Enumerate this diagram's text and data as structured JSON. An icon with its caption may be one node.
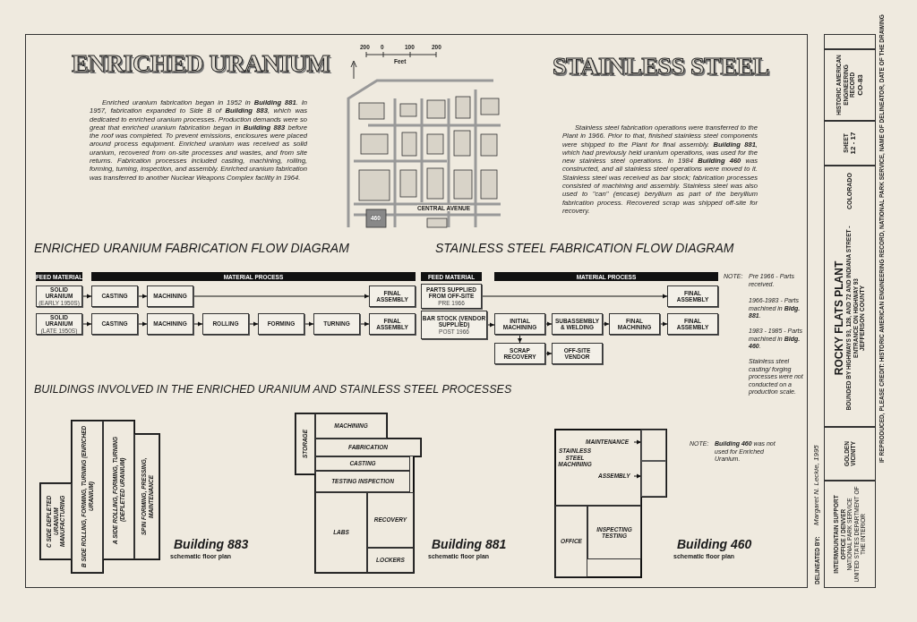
{
  "diagram": {
    "nodes": [
      {
        "text": [
          "FEED MATERIAL"
        ]
      },
      {
        "text": [
          "MATERIAL PROCESS"
        ]
      },
      {
        "text": [
          "SOLID URANIUM",
          "(EARLY 1950S)"
        ]
      },
      {
        "text": [
          "CASTING"
        ]
      },
      {
        "text": [
          "MACHINING"
        ]
      },
      {
        "text": [
          "FINAL ASSEMBLY"
        ]
      },
      {
        "text": [
          "SOLID URANIUM",
          "(LATE 1950S)"
        ]
      },
      {
        "text": [
          "CASTING"
        ]
      },
      {
        "text": [
          "MACHINING"
        ]
      },
      {
        "text": [
          "ROLLING"
        ]
      },
      {
        "text": [
          "FORMING"
        ]
      },
      {
        "text": [
          "TURNING"
        ]
      },
      {
        "text": [
          "FINAL ASSEMBLY"
        ]
      },
      {
        "text": [
          "FEED MATERIAL"
        ]
      },
      {
        "text": [
          "MATERIAL PROCESS"
        ]
      },
      {
        "text": [
          "PARTS SUPPLIED FROM OFF-SITE",
          "PRE 1966"
        ]
      },
      {
        "text": [
          "FINAL ASSEMBLY"
        ]
      },
      {
        "text": [
          "BAR STOCK (VENDOR SUPPLIED)",
          "POST 1966"
        ]
      },
      {
        "text": [
          "INITIAL MACHINING"
        ]
      },
      {
        "text": [
          "SUBASSEMBLY & WELDING"
        ]
      },
      {
        "text": [
          "FINAL MACHINING"
        ]
      },
      {
        "text": [
          "FINAL ASSEMBLY"
        ]
      },
      {
        "text": [
          "SCRAP RECOVERY"
        ]
      },
      {
        "text": [
          "OFF-SITE VENDOR"
        ]
      },
      {
        "text": [
          "Building 883",
          "schematic floor plan"
        ]
      },
      {
        "text": [
          "C SIDE DEPLETED URANIUM MANUFACTURING"
        ],
        "in": 24
      },
      {
        "text": [
          "B SIDE ROLLING, FORMING, TURNING (ENRICHED URANIUM)"
        ],
        "in": 24
      },
      {
        "text": [
          "A SIDE ROLLING, FORMING, TURNING (DEPLETED URANIUM)"
        ],
        "in": 24
      },
      {
        "text": [
          "SPIN FORMING, PRESSING, MAINTENANCE"
        ],
        "in": 24
      },
      {
        "text": [
          "Building 881",
          "schematic floor plan"
        ]
      },
      {
        "text": [
          "STORAGE"
        ],
        "in": 29
      },
      {
        "text": [
          "MACHINING"
        ],
        "in": 29
      },
      {
        "text": [
          "FABRICATION"
        ],
        "in": 29
      },
      {
        "text": [
          "CASTING"
        ],
        "in": 29
      },
      {
        "text": [
          "TESTING INSPECTION"
        ],
        "in": 29
      },
      {
        "text": [
          "LABS"
        ],
        "in": 29
      },
      {
        "text": [
          "RECOVERY"
        ],
        "in": 29
      },
      {
        "text": [
          "LOCKERS"
        ],
        "in": 29
      },
      {
        "text": [
          "Building 460",
          "schematic floor plan"
        ]
      },
      {
        "text": [
          "STAINLESS STEEL MACHINING"
        ],
        "in": 38
      },
      {
        "text": [
          "MAINTENANCE"
        ],
        "in": 39
      },
      {
        "text": [
          "ASSEMBLY"
        ],
        "in": 39
      },
      {
        "text": [],
        "shape": "box",
        "in": 38
      },
      {
        "text": [],
        "shape": "box",
        "in": 38
      },
      {
        "text": [
          "OFFICE"
        ],
        "in": 38
      },
      {
        "text": [
          "INSPECTING TESTING"
        ],
        "in": 38
      }
    ],
    "edges": [
      {
        "from": 2,
        "to": 3,
        "arrow": "to"
      },
      {
        "from": 3,
        "to": 4,
        "arrow": "to"
      },
      {
        "from": 4,
        "to": 5,
        "arrow": "to"
      },
      {
        "from": 6,
        "to": 7,
        "arrow": "to"
      },
      {
        "from": 7,
        "to": 8,
        "arrow": "to"
      },
      {
        "from": 8,
        "to": 9,
        "arrow": "to"
      },
      {
        "from": 9,
        "to": 10,
        "arrow": "to"
      },
      {
        "from": 10,
        "to": 11,
        "arrow": "to"
      },
      {
        "from": 11,
        "to": 12,
        "arrow": "to"
      },
      {
        "from": 15,
        "to": 16,
        "arrow": "to"
      },
      {
        "from": 17,
        "to": 18,
        "arrow": "to"
      },
      {
        "from": 18,
        "to": 19,
        "arrow": "to"
      },
      {
        "from": 19,
        "to": 20,
        "arrow": "to"
      },
      {
        "from": 20,
        "to": 21,
        "arrow": "to"
      },
      {
        "from": 18,
        "to": 22,
        "arrow": "to"
      },
      {
        "from": 22,
        "to": 23,
        "arrow": "to"
      },
      {
        "from": 40,
        "to": 42,
        "arrow": "to"
      },
      {
        "from": 41,
        "to": 43,
        "arrow": "to"
      }
    ],
    "labels": [
      "ENRICHED URANIUM",
      "Enriched uranium fabrication began in 1952 in **Building 881**. In 1957, fabrication expanded to Side B of **Building 883**, which was dedicated to enriched uranium processes. Production demands were so great that enriched uranium fabrication began in **Building 883** before the roof was completed. To prevent emissions, enclosures were placed around process equipment. Enriched uranium was received as solid uranium, recovered from on-site processes and wastes, and from site returns. Fabrication processes included casting, machining, rolling, forming, turning, inspection, and assembly. Enriched uranium fabrication was transferred to another Nuclear Weapons Complex facility in 1964.",
      "200",
      "0",
      "100",
      "200",
      "Feet",
      "CENTRAL AVENUE",
      "460",
      "STAINLESS STEEL",
      "Stainless steel fabrication operations were transferred to the Plant in 1966. Prior to that, finished stainless steel components were shipped to the Plant for final assembly. **Building 881**, which had previously held uranium operations, was used for the new stainless steel operations. In 1984 **Building 460** was constructed, and all stainless steel operations were moved to it. Stainless steel was received as bar stock; fabrication processes consisted of machining and assembly. Stainless steel was also used to \"can\" (encase) beryllium as part of the beryllium fabrication process. Recovered scrap was shipped off-site for recovery.",
      "ENRICHED URANIUM FABRICATION FLOW DIAGRAM",
      "STAINLESS STEEL FABRICATION FLOW DIAGRAM",
      "NOTE:",
      "Pre 1966 - Parts received.",
      "1966-1983 - Parts machined in **Bldg. 881**.",
      "1983 - 1985 - Parts machined in **Bldg. 460**.",
      "Stainless steel casting/ forging processes were not conducted on a production scale.",
      "BUILDINGS INVOLVED IN THE ENRICHED URANIUM AND STAINLESS STEEL PROCESSES",
      "NOTE:",
      "**Building 460** was not used for Enriched Uranium.",
      "DELINEATED BY:",
      "Margaret N. Leckie, 1995",
      "INTERMOUNTAIN SUPPORT OFFICE / DENVER",
      "NATIONAL PARK SERVICE",
      "UNITED STATES DEPARTMENT OF THE INTERIOR",
      "GOLDEN VICINITY",
      "ROCKY FLATS PLANT",
      "BOUNDED BY HIGHWAYS 93, 128, AND 72 AND INDIANA STREET - ENTRANCE ON HIGHWAY 93",
      "JEFFERSON COUNTY",
      "COLORADO",
      "SHEET",
      "12 - 17",
      "HISTORIC AMERICAN ENGINEERING RECORD",
      "CO-83",
      "IF REPRODUCED, PLEASE CREDIT: HISTORIC AMERICAN ENGINEERING RECORD, NATIONAL PARK SERVICE, NAME OF DELINEATOR, DATE OF THE DRAWING"
    ]
  }
}
